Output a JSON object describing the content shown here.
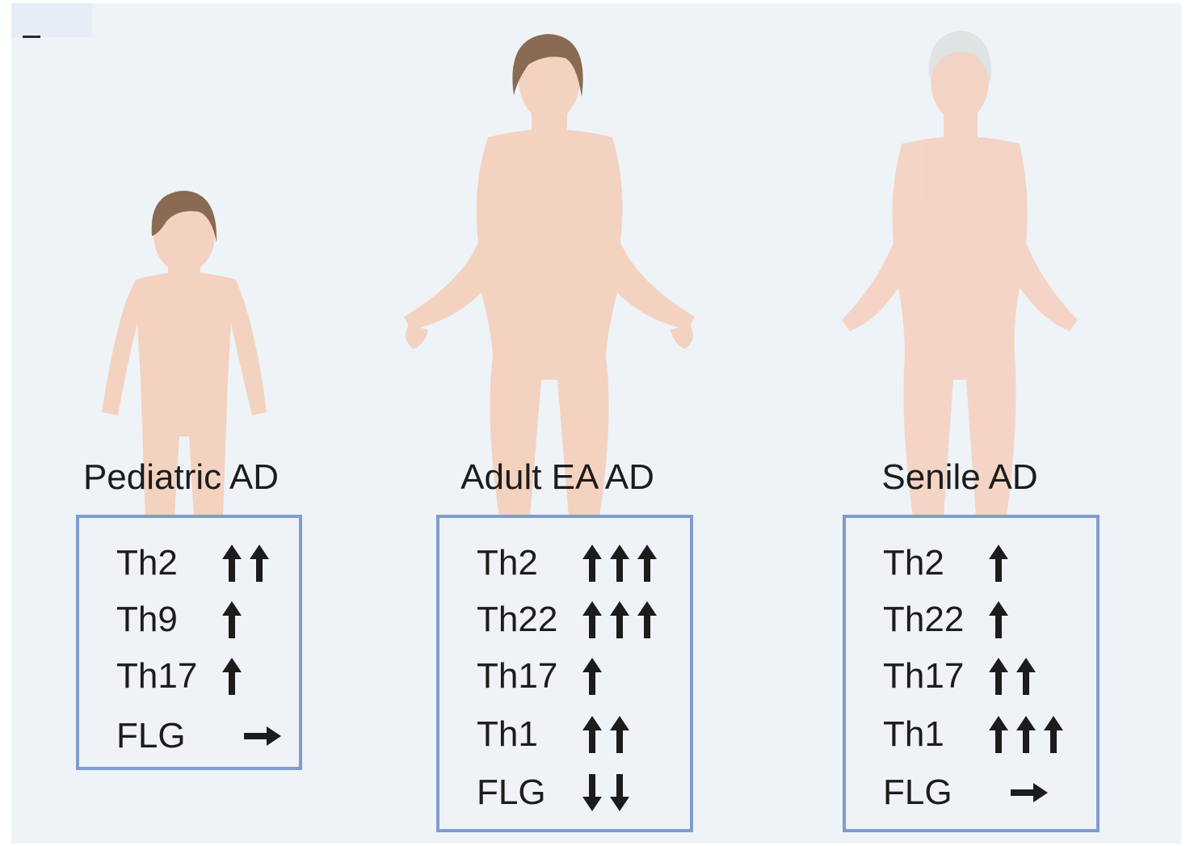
{
  "panels": [
    {
      "title": "Pediatric AD",
      "markers": [
        {
          "name": "Th2",
          "direction": "up",
          "count": 2
        },
        {
          "name": "Th9",
          "direction": "up",
          "count": 1
        },
        {
          "name": "Th17",
          "direction": "up",
          "count": 1
        },
        {
          "name": "FLG",
          "direction": "right",
          "count": 1
        }
      ]
    },
    {
      "title": "Adult EA AD",
      "markers": [
        {
          "name": "Th2",
          "direction": "up",
          "count": 3
        },
        {
          "name": "Th22",
          "direction": "up",
          "count": 3
        },
        {
          "name": "Th17",
          "direction": "up",
          "count": 1
        },
        {
          "name": "Th1",
          "direction": "up",
          "count": 2
        },
        {
          "name": "FLG",
          "direction": "down",
          "count": 2
        }
      ]
    },
    {
      "title": "Senile AD",
      "markers": [
        {
          "name": "Th2",
          "direction": "up",
          "count": 1
        },
        {
          "name": "Th22",
          "direction": "up",
          "count": 1
        },
        {
          "name": "Th17",
          "direction": "up",
          "count": 2
        },
        {
          "name": "Th1",
          "direction": "up",
          "count": 3
        },
        {
          "name": "FLG",
          "direction": "right",
          "count": 1
        }
      ]
    }
  ],
  "colors": {
    "background": "#eef3f8",
    "skin": "#f4d2c0",
    "skin_shadow": "#eebfa9",
    "hair_brown": "#8a6a52",
    "hair_gray": "#dde2e3",
    "box_border": "#7f9ccf",
    "text": "#1c1c1c"
  }
}
